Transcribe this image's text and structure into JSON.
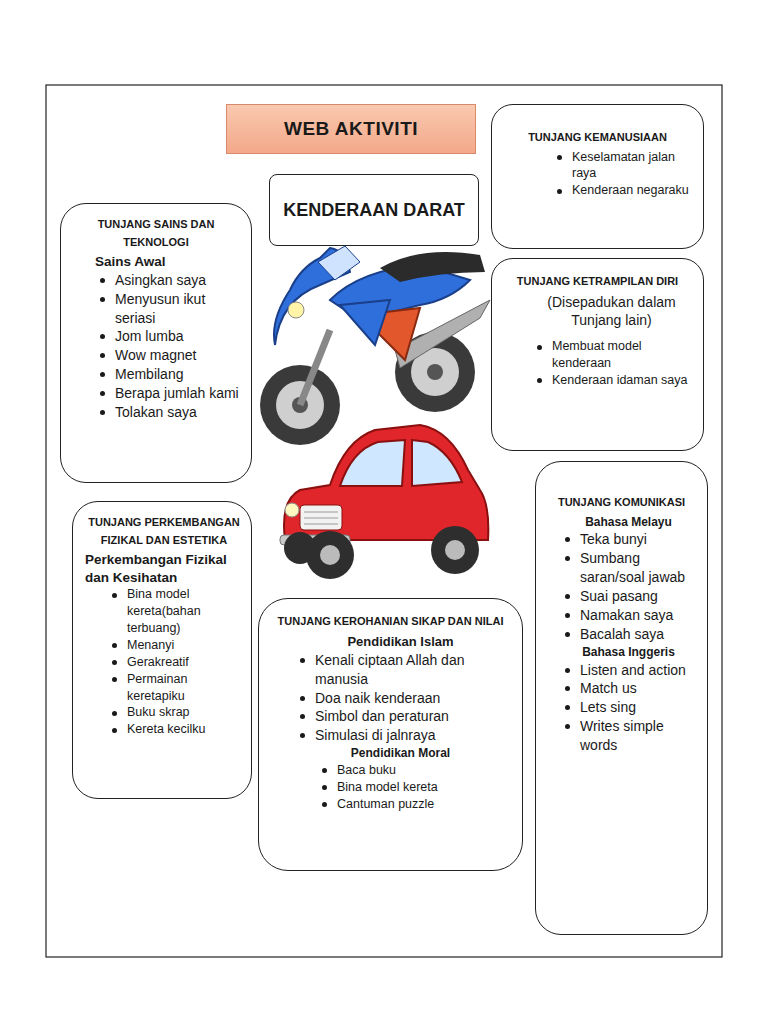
{
  "diagram": {
    "title": "WEB AKTIVITI",
    "nodes": [
      {
        "text": [
          "KENDERAAN DARAT"
        ]
      },
      {
        "text": [
          "TUNJANG KEMANUSIAAN",
          "Keselamatan jalan raya",
          "Kenderaan negaraku"
        ]
      },
      {
        "text": [
          "TUNJANG SAINS DAN TEKNOLOGI",
          "Sains Awal",
          "Asingkan saya",
          "Menyusun ikut seriasi",
          "Jom lumba",
          "Wow magnet",
          "Membilang",
          "Berapa jumlah kami",
          "Tolakan saya"
        ]
      },
      {
        "text": [
          "TUNJANG KETRAMPILAN DIRI",
          "(Disepadukan dalam Tunjang lain)",
          "Membuat model kenderaan",
          "Kenderaan idaman saya"
        ]
      },
      {
        "text": [
          "TUNJANG PERKEMBANGAN FIZIKAL DAN ESTETIKA",
          "Perkembangan Fizikal dan Kesihatan",
          "Bina model kereta(bahan terbuang)",
          "Menanyi",
          "Gerakreatif",
          "Permainan keretapiku",
          "Buku skrap",
          "Kereta kecilku"
        ]
      },
      {
        "text": [
          "TUNJANG KEROHANIAN SIKAP DAN NILAI",
          "Pendidikan Islam",
          "Kenali ciptaan Allah dan manusia",
          "Doa naik kenderaan",
          "Simbol dan peraturan",
          "Simulasi di jalnraya",
          "Pendidikan Moral",
          "Baca buku",
          "Bina model kereta",
          "Cantuman puzzle"
        ]
      },
      {
        "text": [
          "TUNJANG KOMUNIKASI",
          "Bahasa Melayu",
          "Teka bunyi",
          "Sumbang saran/soal jawab",
          "Suai pasang",
          "Namakan saya",
          "Bacalah saya",
          "Bahasa Inggeris",
          "Listen and action",
          "Match us",
          "Lets sing",
          "Writes simple words"
        ]
      }
    ]
  }
}
